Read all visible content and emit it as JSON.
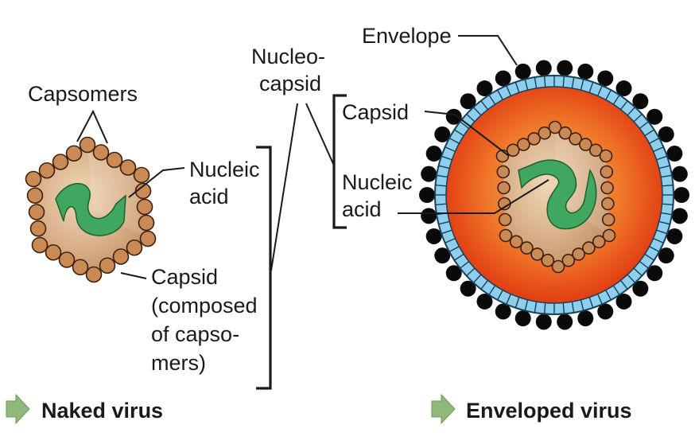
{
  "labels": {
    "capsomers": "Capsomers",
    "naked_nucleic_acid": [
      "Nucleic",
      "acid"
    ],
    "naked_capsid": [
      "Capsid",
      "(composed",
      "of capso-",
      "mers)"
    ],
    "nucleocapsid": [
      "Nucleo-",
      "capsid"
    ],
    "env_capsid": "Capsid",
    "env_nucleic_acid": [
      "Nucleic",
      "acid"
    ],
    "envelope": "Envelope"
  },
  "captions": {
    "naked": "Naked virus",
    "enveloped": "Enveloped virus"
  },
  "colors": {
    "capsomer_fill": "#c98a55",
    "capsomer_stroke": "#3d1f0c",
    "capsid_interior": "#d9b089",
    "nucleic_acid": "#3fa760",
    "envelope_blue": "#8ecfee",
    "spike": "#0a0a0a",
    "interior_orange": "#f07a2a",
    "interior_red": "#e23a12",
    "arrow": "#8fb97a"
  }
}
